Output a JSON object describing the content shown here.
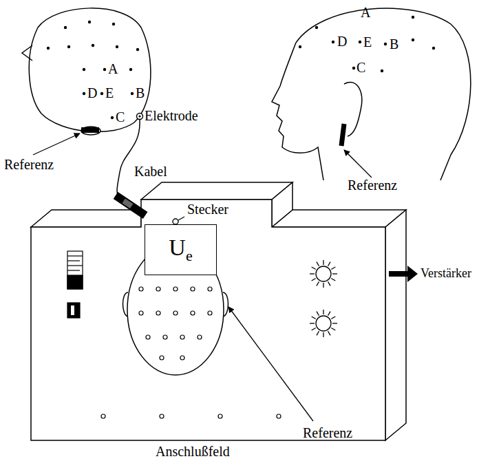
{
  "diagram": {
    "nodes": [
      {
        "text": [
          "U",
          "e"
        ]
      }
    ],
    "labels": [
      "A",
      "D",
      "E",
      "B",
      "C",
      "Elektrode",
      "Referenz",
      "Kabel",
      "A",
      "D",
      "E",
      "B",
      "C",
      "Referenz",
      "Stecker",
      "Verstärker",
      "Referenz",
      "Anschlußfeld"
    ]
  }
}
